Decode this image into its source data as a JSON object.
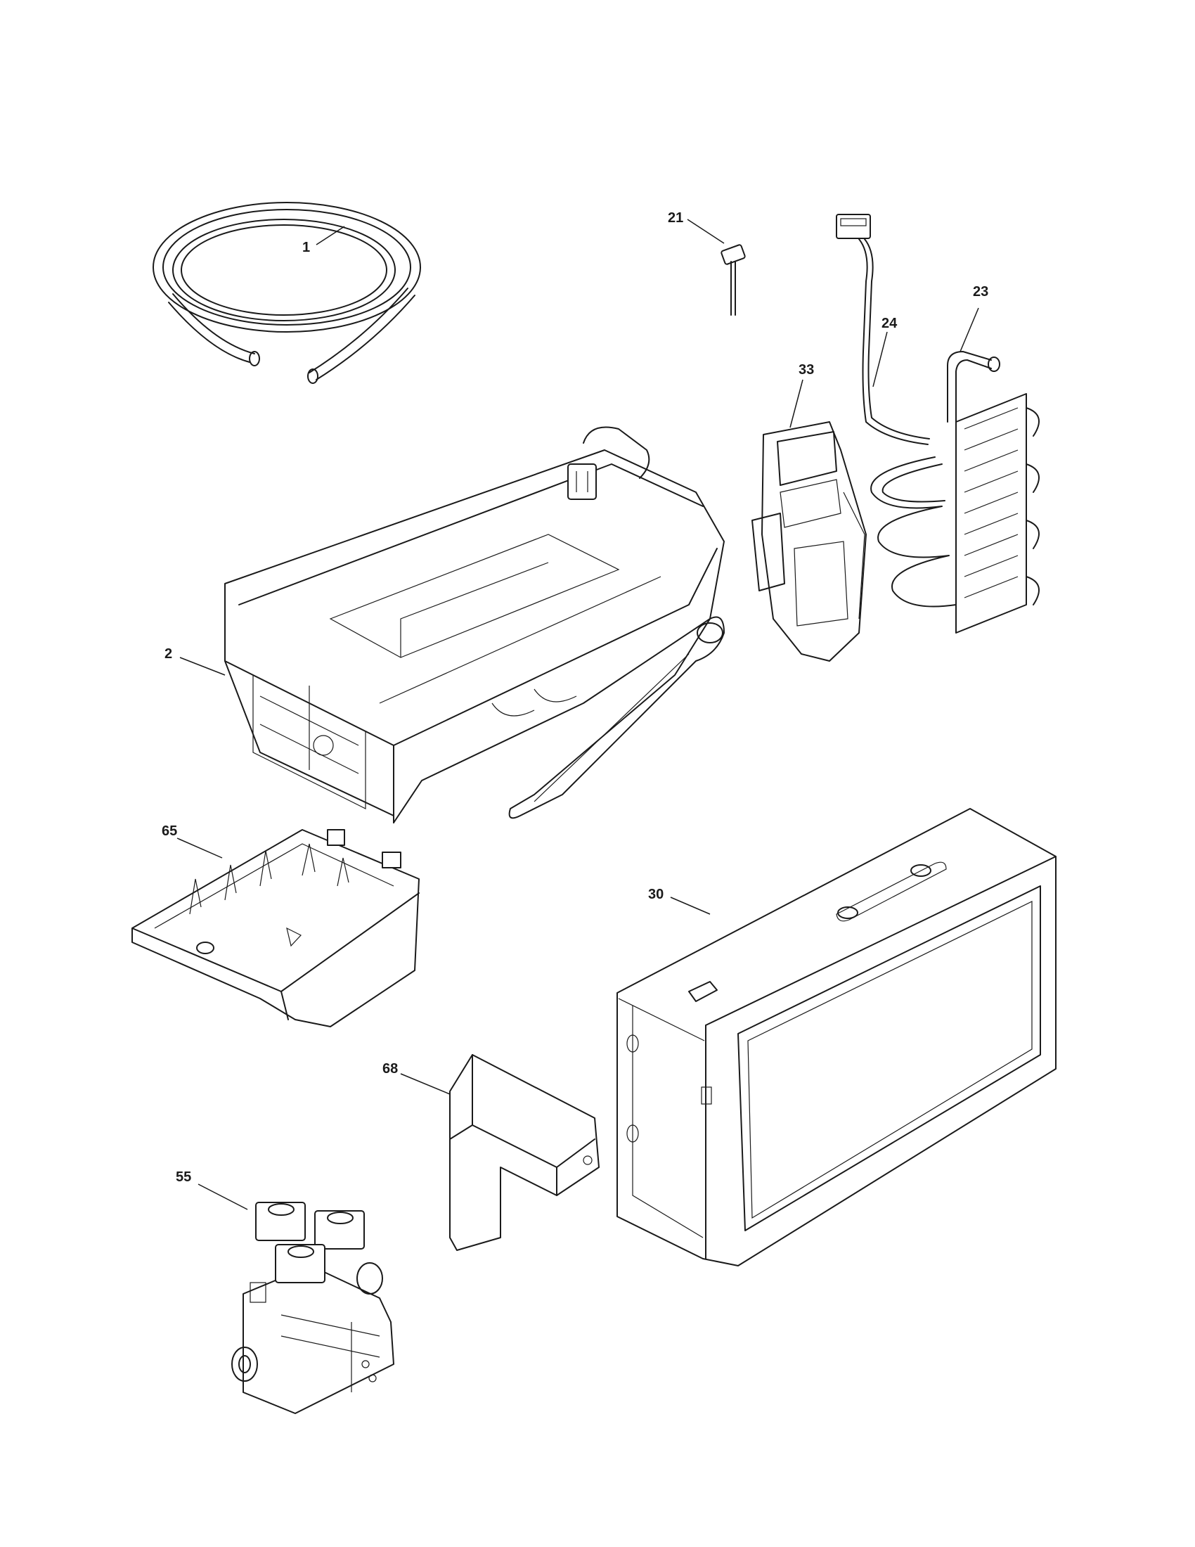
{
  "callouts": [
    {
      "id": "1",
      "label": "1"
    },
    {
      "id": "21",
      "label": "21"
    },
    {
      "id": "24",
      "label": "24"
    },
    {
      "id": "23",
      "label": "23"
    },
    {
      "id": "33",
      "label": "33"
    },
    {
      "id": "2",
      "label": "2"
    },
    {
      "id": "65",
      "label": "65"
    },
    {
      "id": "30",
      "label": "30"
    },
    {
      "id": "68",
      "label": "68"
    },
    {
      "id": "55",
      "label": "55"
    }
  ]
}
